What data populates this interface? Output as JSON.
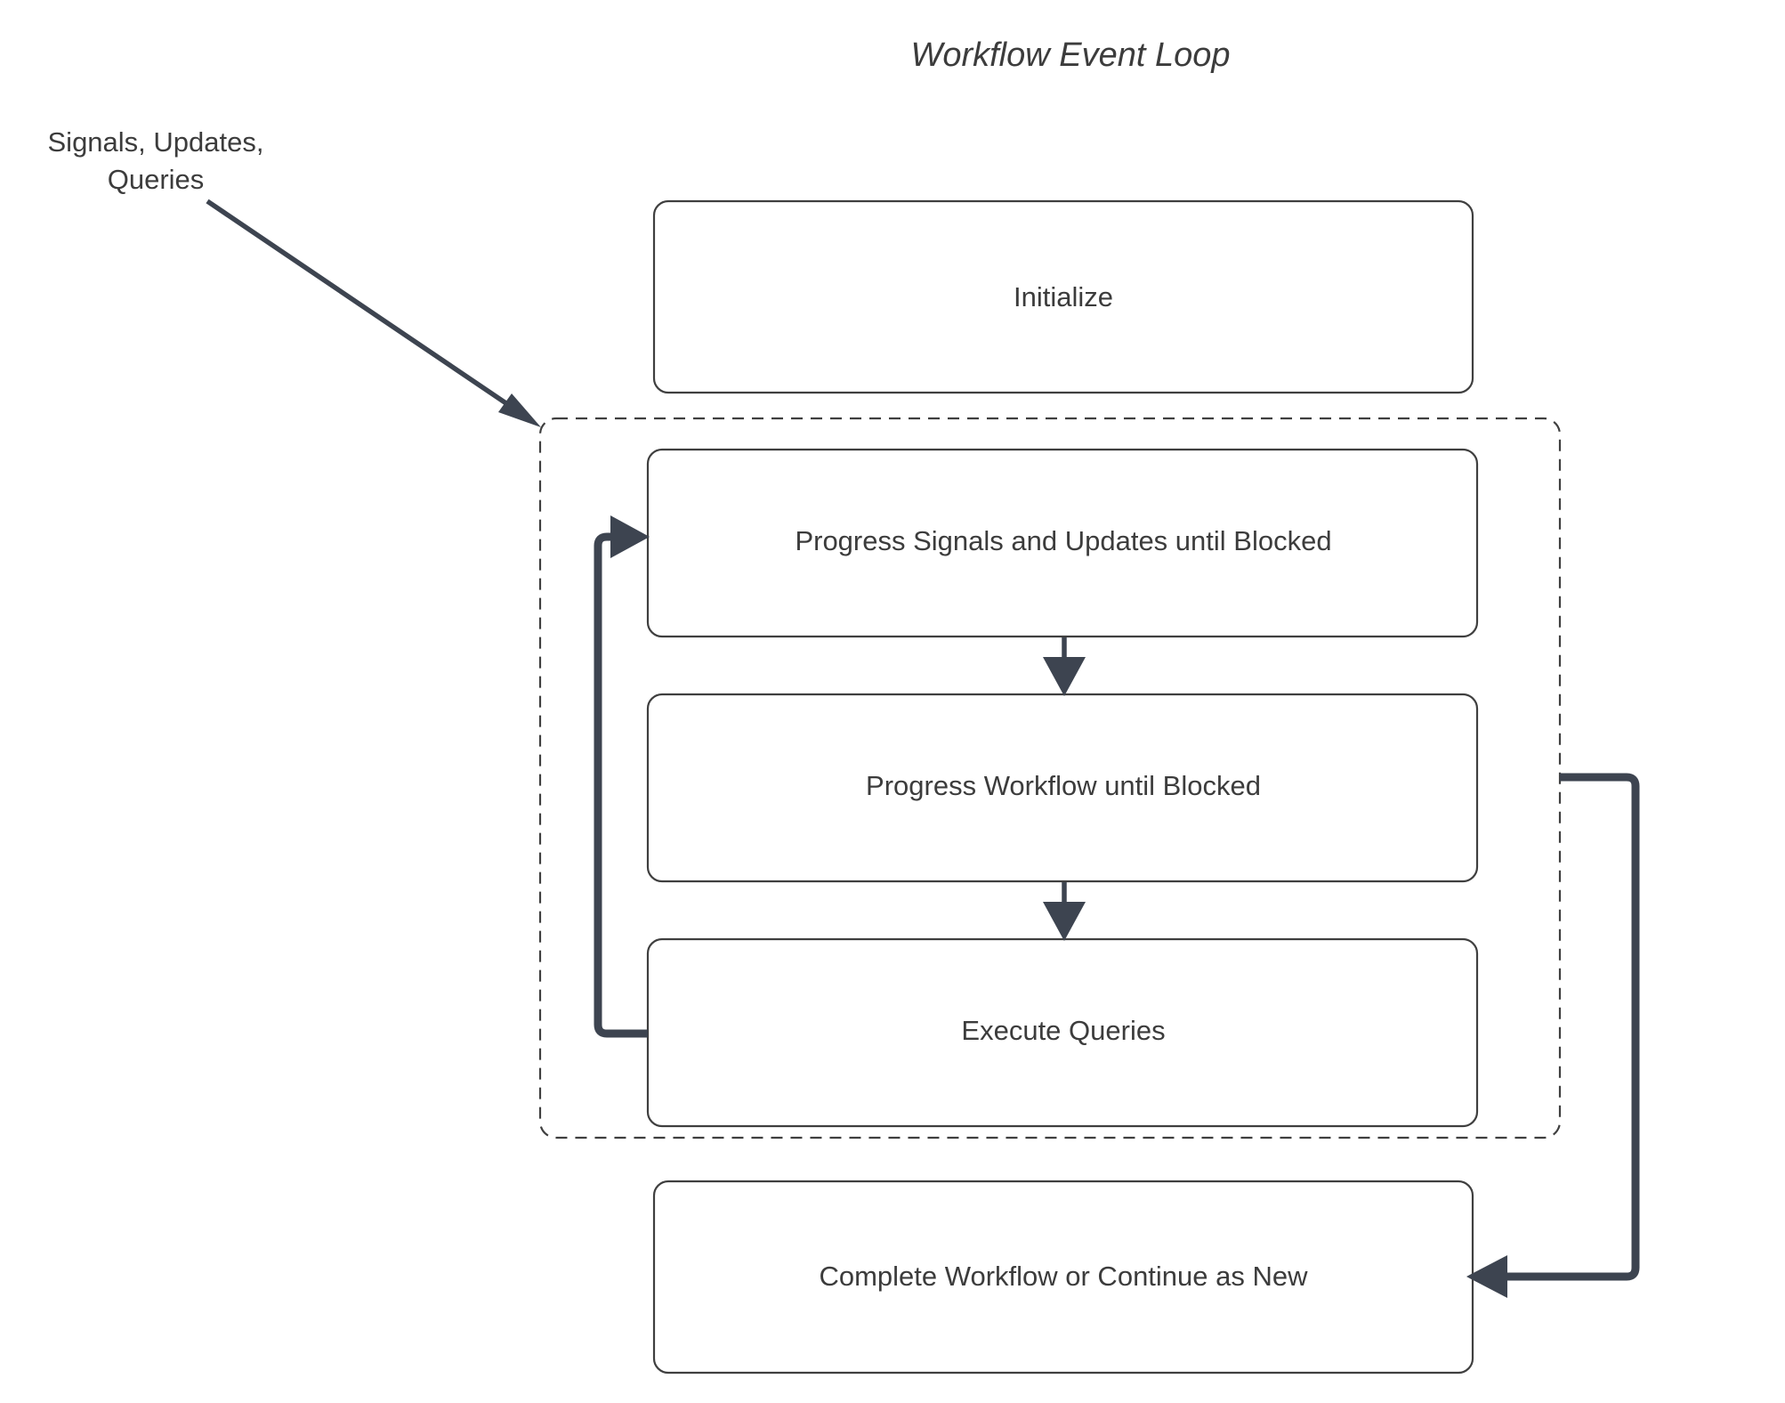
{
  "diagram": {
    "title": "Workflow Event Loop",
    "colors": {
      "background": "#ffffff",
      "node_stroke": "#3f3f3f",
      "node_fill": "#ffffff",
      "text": "#3c3c3c",
      "connector": "#3d4450"
    },
    "external_input": {
      "label_line1": "Signals, Updates,",
      "label_line2": "Queries"
    },
    "nodes": [
      {
        "id": "initialize",
        "label": "Initialize"
      },
      {
        "id": "progress-signals",
        "label": "Progress Signals and Updates until Blocked"
      },
      {
        "id": "progress-workflow",
        "label": "Progress Workflow until Blocked"
      },
      {
        "id": "execute-queries",
        "label": "Execute Queries"
      },
      {
        "id": "complete-workflow",
        "label": "Complete Workflow or Continue as New"
      }
    ],
    "group": {
      "id": "event-loop-group",
      "style": "dashed"
    }
  }
}
